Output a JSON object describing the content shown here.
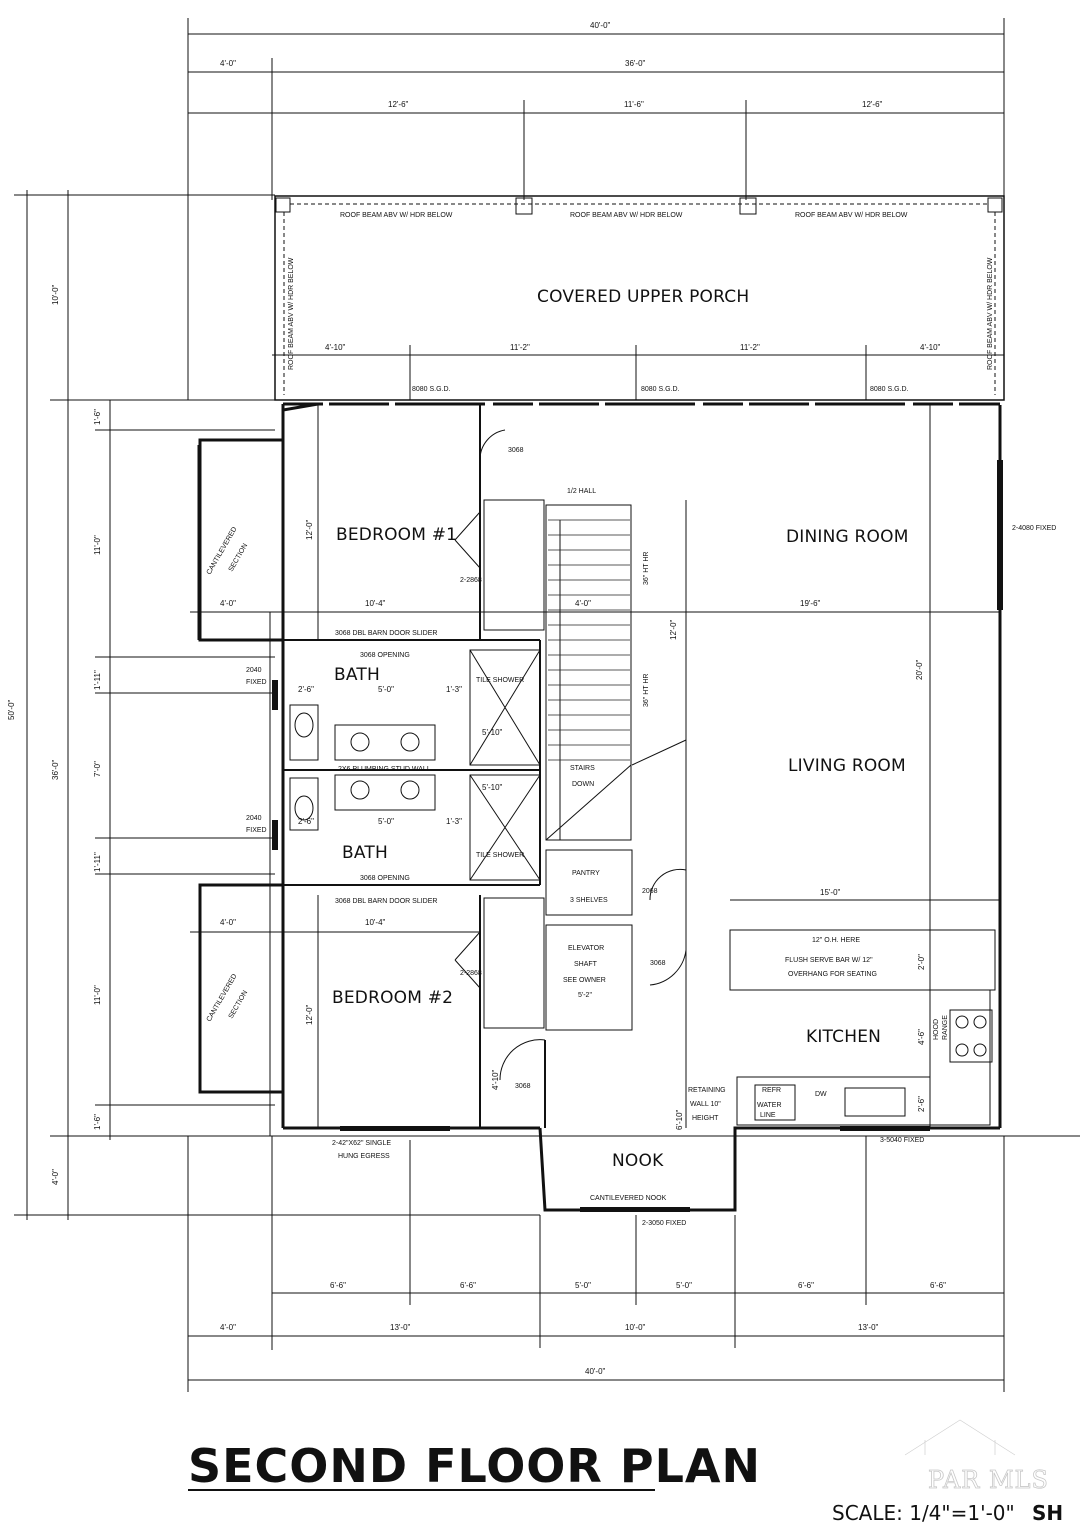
{
  "title": "SECOND FLOOR PLAN",
  "scale": "SCALE: 1/4\"=1'-0\"",
  "sheet": "SH",
  "watermark": "PAR MLS",
  "rooms": {
    "porch": "COVERED UPPER PORCH",
    "bedroom1": "BEDROOM #1",
    "bedroom2": "BEDROOM #2",
    "bath1": "BATH",
    "bath2": "BATH",
    "dining": "DINING ROOM",
    "living": "LIVING ROOM",
    "kitchen": "KITCHEN",
    "nook": "NOOK"
  },
  "notes": {
    "roof_beam_1": "ROOF BEAM ABV W/ HDR BELOW",
    "roof_beam_2": "ROOF BEAM ABV W/ HDR BELOW",
    "roof_beam_3": "ROOF BEAM ABV W/ HDR BELOW",
    "roof_beam_left": "ROOF BEAM ABV W/ HDR BELOW",
    "roof_beam_right": "ROOF BEAM ABV W/ HDR BELOW",
    "sgd1": "8080 S.G.D.",
    "sgd2": "8080 S.G.D.",
    "sgd3": "8080 S.G.D.",
    "hall": "1/2 HALL",
    "door_3068": "3068",
    "door_2868": "2-2868",
    "door_2868b": "2-2868",
    "cant1": "CANTILEVERED",
    "cant1b": "SECTION",
    "cant2": "CANTILEVERED",
    "cant2b": "SECTION",
    "barn1": "3068 DBL BARN DOOR SLIDER",
    "barn2": "3068 DBL BARN DOOR SLIDER",
    "fixed_2040a": "2040",
    "fixed_2040a2": "FIXED",
    "fixed_2040b": "2040",
    "fixed_2040b2": "FIXED",
    "tile1": "TILE SHOWER",
    "tile2": "TILE SHOWER",
    "plumbing": "2X6 PLUMBING STUD WALL",
    "opening1": "3068 OPENING",
    "opening2": "3068 OPENING",
    "stairs": "STAIRS",
    "stairs2": "DOWN",
    "hr1": "36\" HT HR",
    "hr2": "36\" HT HR",
    "pantry": "PANTRY",
    "pantry2": "3 SHELVES",
    "door_2068": "2068",
    "elev1": "ELEVATOR",
    "elev2": "SHAFT",
    "elev3": "SEE OWNER",
    "elev4": "5'-2\"",
    "door_3068b": "3068",
    "door_3068c": "3068",
    "bar1": "12\" O.H. HERE",
    "bar2": "FLUSH SERVE BAR W/ 12\"",
    "bar3": "OVERHANG FOR SEATING",
    "refr": "REFR",
    "water": "WATER",
    "water2": "LINE",
    "dw": "DW",
    "hood": "HOOD",
    "range": "RANGE",
    "retaining1": "RETAINING",
    "retaining2": "WALL 10\"",
    "retaining3": "HEIGHT",
    "egress1": "2-42\"X62\" SINGLE",
    "egress2": "HUNG EGRESS",
    "cant_nook": "CANTILEVERED NOOK",
    "fixed_3050": "2-3050 FIXED",
    "fixed_5040": "3-5040 FIXED",
    "fixed_4080": "2-4080 FIXED"
  },
  "dims": {
    "top_overall": "40'-0\"",
    "top_left": "4'-0\"",
    "top_right": "36'-0\"",
    "top_a": "12'-6\"",
    "top_b": "11'-6\"",
    "top_c": "12'-6\"",
    "porch_a": "4'-10\"",
    "porch_b": "11'-2\"",
    "porch_c": "11'-2\"",
    "porch_d": "4'-10\"",
    "left_overall": "50'-0\"",
    "left_porch": "10'-0\"",
    "left_36": "36'-0\"",
    "left_bottom": "4'-0\"",
    "seg1": "1'-6\"",
    "seg2": "11'-0\"",
    "seg3": "1'-11\"",
    "seg4": "7'-0\"",
    "seg5": "1'-11\"",
    "seg6": "11'-0\"",
    "seg7": "1'-6\"",
    "b1_w": "10'-4\"",
    "b1_l": "4'-0\"",
    "b1_h": "12'-0\"",
    "b2_w": "10'-4\"",
    "b2_l": "4'-0\"",
    "b2_h": "12'-0\"",
    "dr_w": "19'-6\"",
    "hall_w": "4'-0\"",
    "stair_h": "12'-0\"",
    "lr_h": "20'-0\"",
    "k_w": "15'-0\"",
    "bath_a": "5'-0\"",
    "bath_b": "5'-0\"",
    "bath_c": "2'-6\"",
    "bath_d": "2'-6\"",
    "bath_e": "1'-3\"",
    "bath_f": "1'-3\"",
    "shw_a": "5'-10\"",
    "shw_b": "5'-10\"",
    "k_a": "2'-0\"",
    "k_b": "4'-6\"",
    "k_c": "2'-6\"",
    "nook_a": "4'-10\"",
    "nook_b": "6'-10\"",
    "bot_a": "6'-6\"",
    "bot_b": "6'-6\"",
    "bot_c": "5'-0\"",
    "bot_d": "5'-0\"",
    "bot_e": "6'-6\"",
    "bot_f": "6'-6\"",
    "bot_left": "4'-0\"",
    "bot_g": "13'-0\"",
    "bot_h": "10'-0\"",
    "bot_i": "13'-0\"",
    "bot_overall": "40'-0\""
  }
}
